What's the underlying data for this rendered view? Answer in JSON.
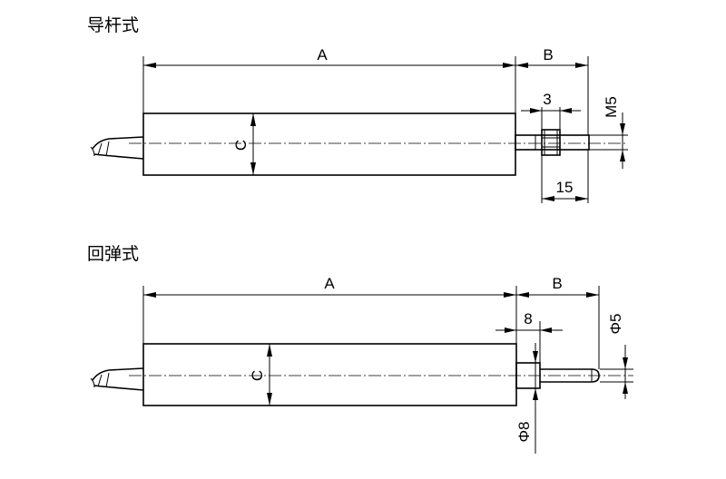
{
  "sections": [
    {
      "title": "导杆式",
      "dims": {
        "length": "A",
        "extension": "B",
        "diameter": "C",
        "nut_width": "3",
        "thread": "M5",
        "rod_length": "15"
      }
    },
    {
      "title": "回弹式",
      "dims": {
        "length": "A",
        "extension": "B",
        "diameter": "C",
        "collar_length": "8",
        "tip_diameter": "Φ5",
        "collar_diameter": "Φ8"
      }
    }
  ]
}
